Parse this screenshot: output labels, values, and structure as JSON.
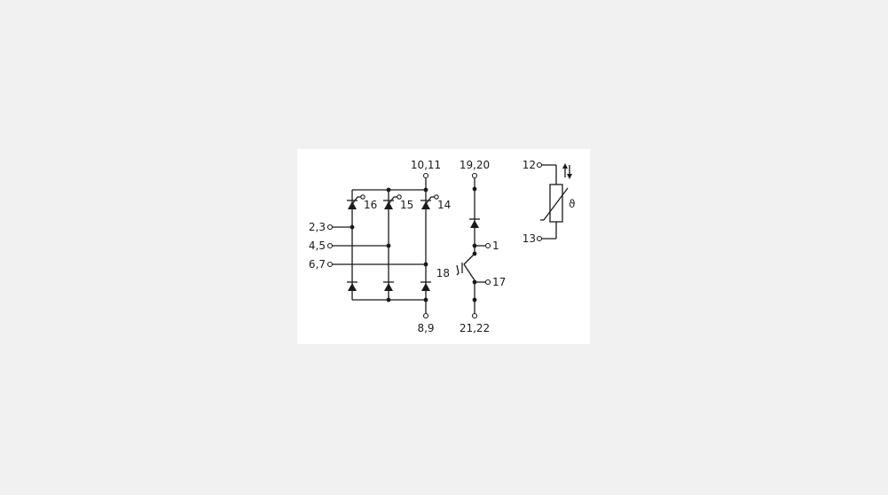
{
  "diagram": {
    "terminals": {
      "t_10_11": "10,11",
      "t_19_20": "19,20",
      "t_12": "12",
      "t_13": "13",
      "t_2_3": "2,3",
      "t_4_5": "4,5",
      "t_6_7": "6,7",
      "t_16": "16",
      "t_15": "15",
      "t_14": "14",
      "t_1": "1",
      "t_18": "18",
      "t_17": "17",
      "t_8_9": "8,9",
      "t_21_22": "21,22"
    },
    "ntc_symbol": "ϑ"
  }
}
